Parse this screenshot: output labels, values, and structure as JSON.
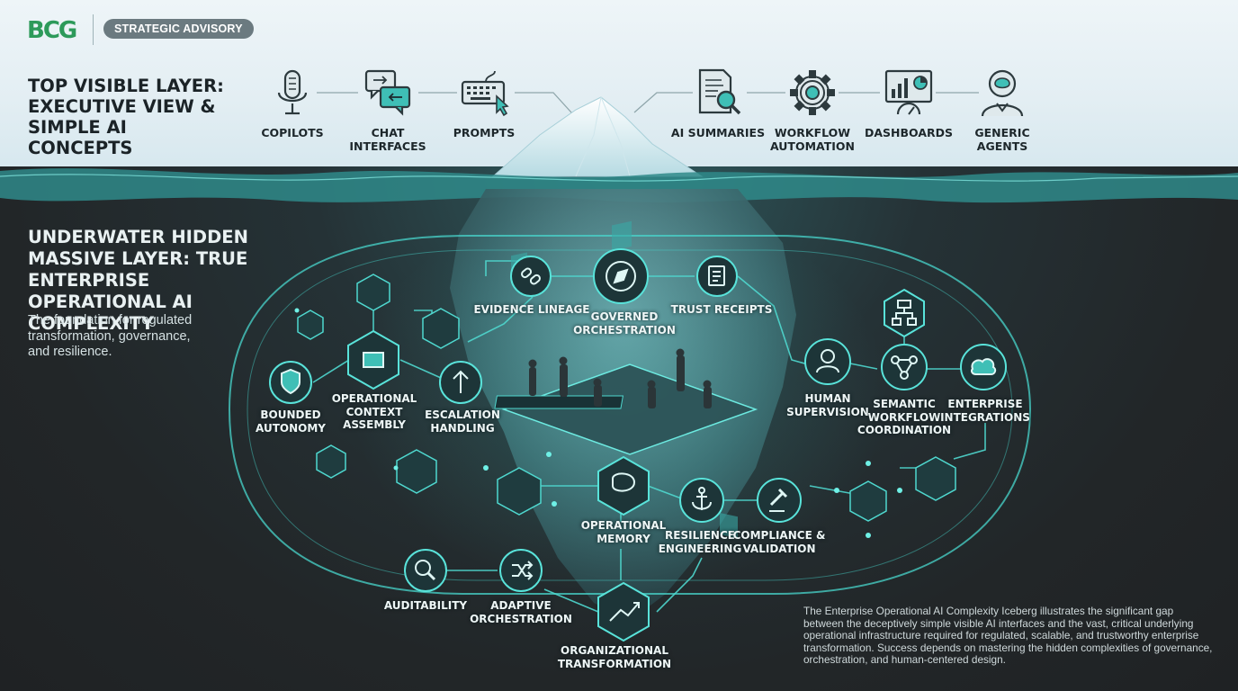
{
  "brand": {
    "logo": "BCG",
    "badge": "STRATEGIC ADVISORY"
  },
  "top_layer": {
    "title": "TOP VISIBLE LAYER: EXECUTIVE VIEW & SIMPLE AI CONCEPTS",
    "items": [
      {
        "label": "COPILOTS",
        "icon": "microphone-icon"
      },
      {
        "label": "CHAT INTERFACES",
        "icon": "chat-bubbles-icon"
      },
      {
        "label": "PROMPTS",
        "icon": "keyboard-icon"
      },
      {
        "label": "AI SUMMARIES",
        "icon": "document-search-icon"
      },
      {
        "label": "WORKFLOW AUTOMATION",
        "icon": "gear-icon"
      },
      {
        "label": "DASHBOARDS",
        "icon": "dashboard-icon"
      },
      {
        "label": "GENERIC AGENTS",
        "icon": "agent-head-icon"
      }
    ]
  },
  "underwater_layer": {
    "title": "UNDERWATER HIDDEN MASSIVE LAYER: TRUE ENTERPRISE OPERATIONAL AI COMPLEXITY",
    "subtitle": "The foundation for regulated transformation, governance, and resilience.",
    "nodes": {
      "evidence_lineage": "EVIDENCE LINEAGE",
      "governed_orchestration": "GOVERNED ORCHESTRATION",
      "trust_receipts": "TRUST RECEIPTS",
      "bounded_autonomy": "BOUNDED AUTONOMY",
      "operational_context_assembly": "OPERATIONAL CONTEXT ASSEMBLY",
      "escalation_handling": "ESCALATION HANDLING",
      "human_supervision": "HUMAN SUPERVISION",
      "semantic_workflow_coordination": "SEMANTIC WORKFLOW COORDINATION",
      "enterprise_integrations": "ENTERPRISE INTEGRATIONS",
      "operational_memory": "OPERATIONAL MEMORY",
      "resilience_engineering": "RESILIENCE ENGINEERING",
      "compliance_validation": "COMPLIANCE & VALIDATION",
      "auditability": "AUDITABILITY",
      "adaptive_orchestration": "ADAPTIVE ORCHESTRATION",
      "organizational_transformation": "ORGANIZATIONAL TRANSFORMATION"
    }
  },
  "caption": "The Enterprise Operational AI Complexity Iceberg illustrates the significant gap between the deceptively simple visible AI interfaces and the vast, critical underlying operational infrastructure required for regulated, scalable, and trustworthy enterprise transformation. Success depends on mastering the hidden complexities of governance, orchestration, and human-centered design.",
  "colors": {
    "accent": "#3fd6cf",
    "sky": "#e6f0f4",
    "deep": "#222628",
    "ice": "#5c9aa0"
  }
}
